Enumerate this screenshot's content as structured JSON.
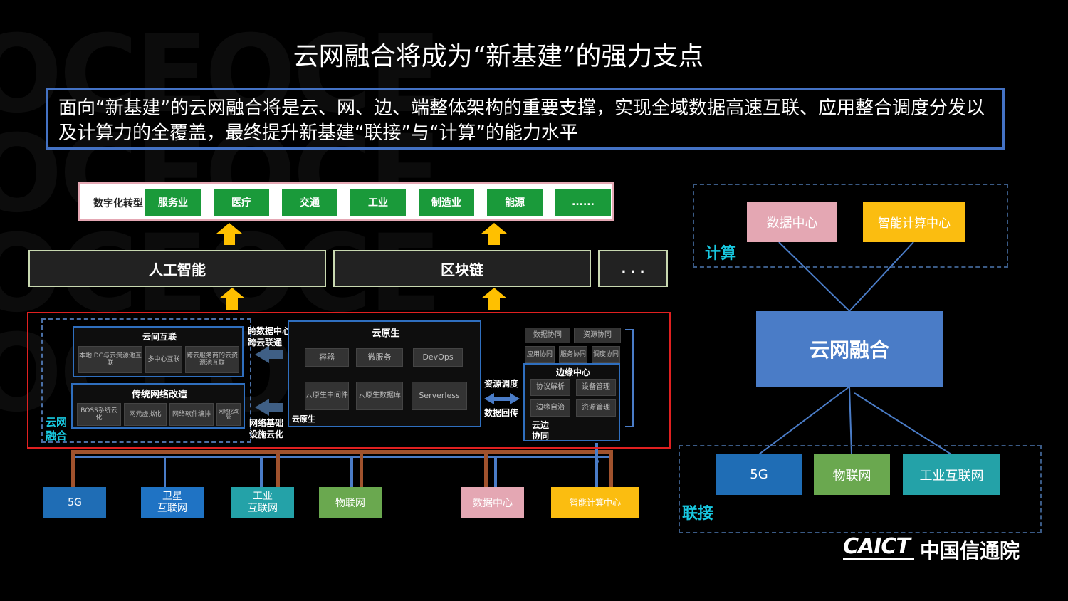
{
  "title": "云网融合将成为“新基建”的强力支点",
  "intro": "面向“新基建”的云网融合将是云、网、边、端整体架构的重要支撑，实现全域数据高速互联、应用整合调度分发以及计算力的全覆盖，最终提升新基建“联接”与“计算”的能力水平",
  "top_row": {
    "label": "数字化转型",
    "items": [
      "服务业",
      "医疗",
      "交通",
      "工业",
      "制造业",
      "能源",
      "......"
    ]
  },
  "mid_row": [
    "人工智能",
    "区块链",
    ". . ."
  ],
  "cloud_interconnect": {
    "title": "云间互联",
    "items": [
      "本地IDC与云资源池互联",
      "多中心互联",
      "跨云服务商的云资源池互联"
    ]
  },
  "traditional_network": {
    "title": "传统网络改造",
    "items": [
      "BOSS系统云化",
      "网元虚拟化",
      "网络软件编排",
      "网络化改管"
    ]
  },
  "yunwang_label": "云网\n融合",
  "cross_dc_label": "跨数据中心\n跨云联通",
  "network_infra_label": "网络基础\n设施云化",
  "cloud_native": {
    "title": "云原生",
    "row1": [
      "容器",
      "微服务",
      "DevOps"
    ],
    "row2": [
      "云原生中间件",
      "云原生数据库",
      "Serverless"
    ],
    "footer": "云原生"
  },
  "resource_schedule": "资源调度",
  "data_return": "数据回传",
  "edge_collab_top": [
    "数据协同",
    "资源协同"
  ],
  "edge_collab_row2": [
    "应用协同",
    "服务协同",
    "调度协同"
  ],
  "edge_center": {
    "title": "边缘中心",
    "items": [
      "协议解析",
      "设备管理",
      "边缘自治",
      "资源管理"
    ],
    "footer": "云边协同"
  },
  "bottom_row": [
    {
      "label": "5G",
      "color": "#1f6db5"
    },
    {
      "label": "卫星\n互联网",
      "color": "#1f73c4"
    },
    {
      "label": "工业\n互联网",
      "color": "#24a2a8"
    },
    {
      "label": "物联网",
      "color": "#6aa84f"
    },
    {
      "label": "数据中心",
      "color": "#e4a7b3"
    },
    {
      "label": "智能计算中心",
      "color": "#fbbd10"
    }
  ],
  "right": {
    "compute_label": "计算",
    "compute_items": [
      {
        "label": "数据中心",
        "color": "#e4a7b3"
      },
      {
        "label": "智能计算中心",
        "color": "#fbbd10"
      }
    ],
    "center": "云网融合",
    "connect_label": "联接",
    "connect_items": [
      {
        "label": "5G",
        "color": "#1f6db5"
      },
      {
        "label": "物联网",
        "color": "#6aa84f"
      },
      {
        "label": "工业互联网",
        "color": "#24a2a8"
      }
    ]
  },
  "logo": {
    "en": "CAICT",
    "cn": "中国信通院"
  },
  "colors": {
    "arrow": "#ffc000",
    "red_frame": "#e02020",
    "cyan_label": "#18c8e0",
    "blue_line": "#4a7cc7",
    "brown_line": "#a0522d"
  }
}
